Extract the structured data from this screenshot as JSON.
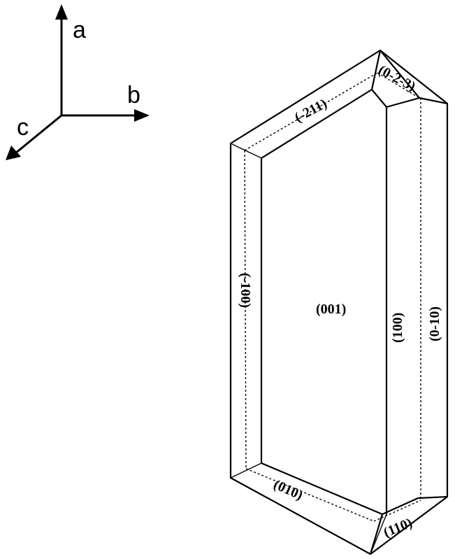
{
  "axes": {
    "a": "a",
    "b": "b",
    "c": "c"
  },
  "faces": {
    "top": "(-211)",
    "corner_top": "(0-2-3)",
    "left": "(-100)",
    "front": "(001)",
    "right": "(100)",
    "far_right": "(0-10)",
    "bottom": "(010)",
    "corner_bottom": "(110)"
  }
}
